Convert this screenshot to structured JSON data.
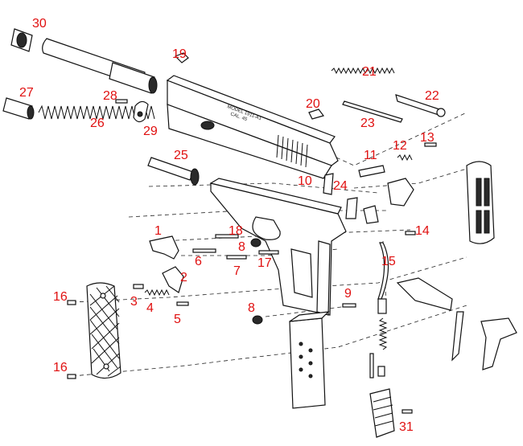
{
  "diagram": {
    "slide_marking_line1": "MODEL 1911-A1",
    "slide_marking_line2": "CAL. 45",
    "callouts": [
      "30",
      "19",
      "21",
      "27",
      "28",
      "22",
      "20",
      "26",
      "29",
      "23",
      "13",
      "12",
      "25",
      "11",
      "10",
      "24",
      "1",
      "18",
      "14",
      "8",
      "6",
      "7",
      "17",
      "15",
      "2",
      "9",
      "16",
      "3",
      "4",
      "5",
      "8",
      "16",
      "31"
    ],
    "accent_color": "#e01010"
  }
}
